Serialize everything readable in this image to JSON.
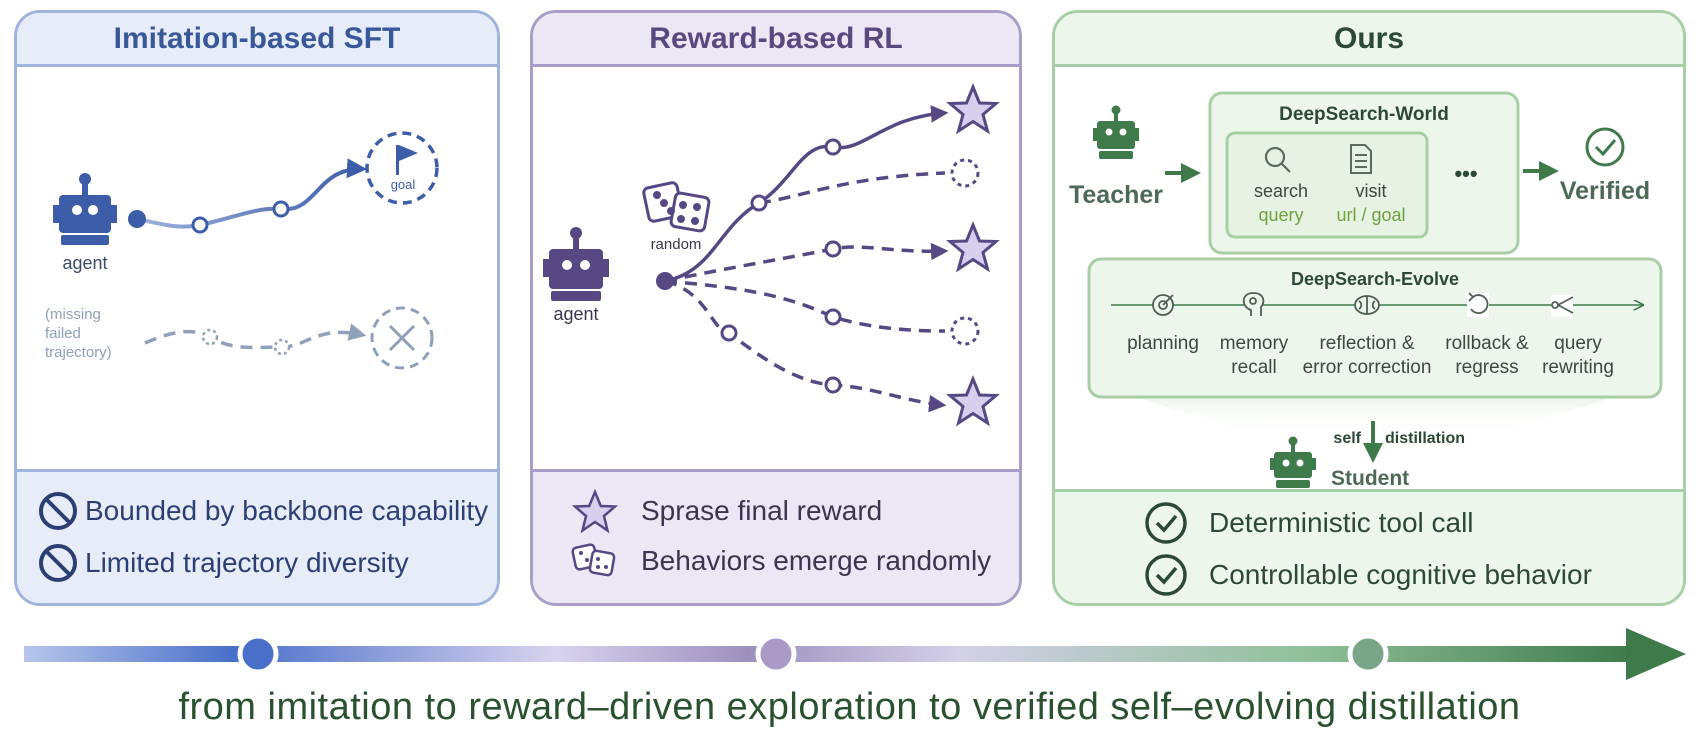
{
  "colors": {
    "sft": "#3d5da8",
    "rl": "#574884",
    "ours": "#3f7a4b"
  },
  "panels": {
    "sft": {
      "title": "Imitation-based SFT",
      "agent_label": "agent",
      "goal_label": "goal",
      "missing_note": "(missing\nfailed\ntrajectory)",
      "limits": [
        "Bounded by backbone capability",
        "Limited trajectory diversity"
      ]
    },
    "rl": {
      "title": "Reward-based RL",
      "agent_label": "agent",
      "random_label": "random",
      "points": [
        "Sprase final reward",
        "Behaviors emerge randomly"
      ]
    },
    "ours": {
      "title": "Ours",
      "teacher_label": "Teacher",
      "verified_label": "Verified",
      "world": {
        "title": "DeepSearch-World",
        "tools": [
          {
            "name": "search",
            "arg": "query",
            "icon": "magnifier-icon"
          },
          {
            "name": "visit",
            "arg": "url / goal",
            "icon": "document-icon"
          }
        ],
        "more": "•••"
      },
      "evolve": {
        "title": "DeepSearch-Evolve",
        "steps": [
          {
            "label": "planning",
            "icon": "target-icon"
          },
          {
            "label": "memory\nrecall",
            "icon": "head-icon"
          },
          {
            "label": "reflection &\nerror correction",
            "icon": "brain-icon"
          },
          {
            "label": "rollback &\nregress",
            "icon": "undo-icon"
          },
          {
            "label": "query\nrewriting",
            "icon": "branch-icon"
          }
        ]
      },
      "self_label": "self",
      "distillation_label": "distillation",
      "student_label": "Student",
      "benefits": [
        "Deterministic tool call",
        "Controllable cognitive behavior"
      ]
    }
  },
  "progression": {
    "caption": "from imitation to reward–driven exploration to verified self–evolving distillation",
    "stage_colors": [
      "#4a6fc9",
      "#a99ac8",
      "#7aa687"
    ]
  }
}
